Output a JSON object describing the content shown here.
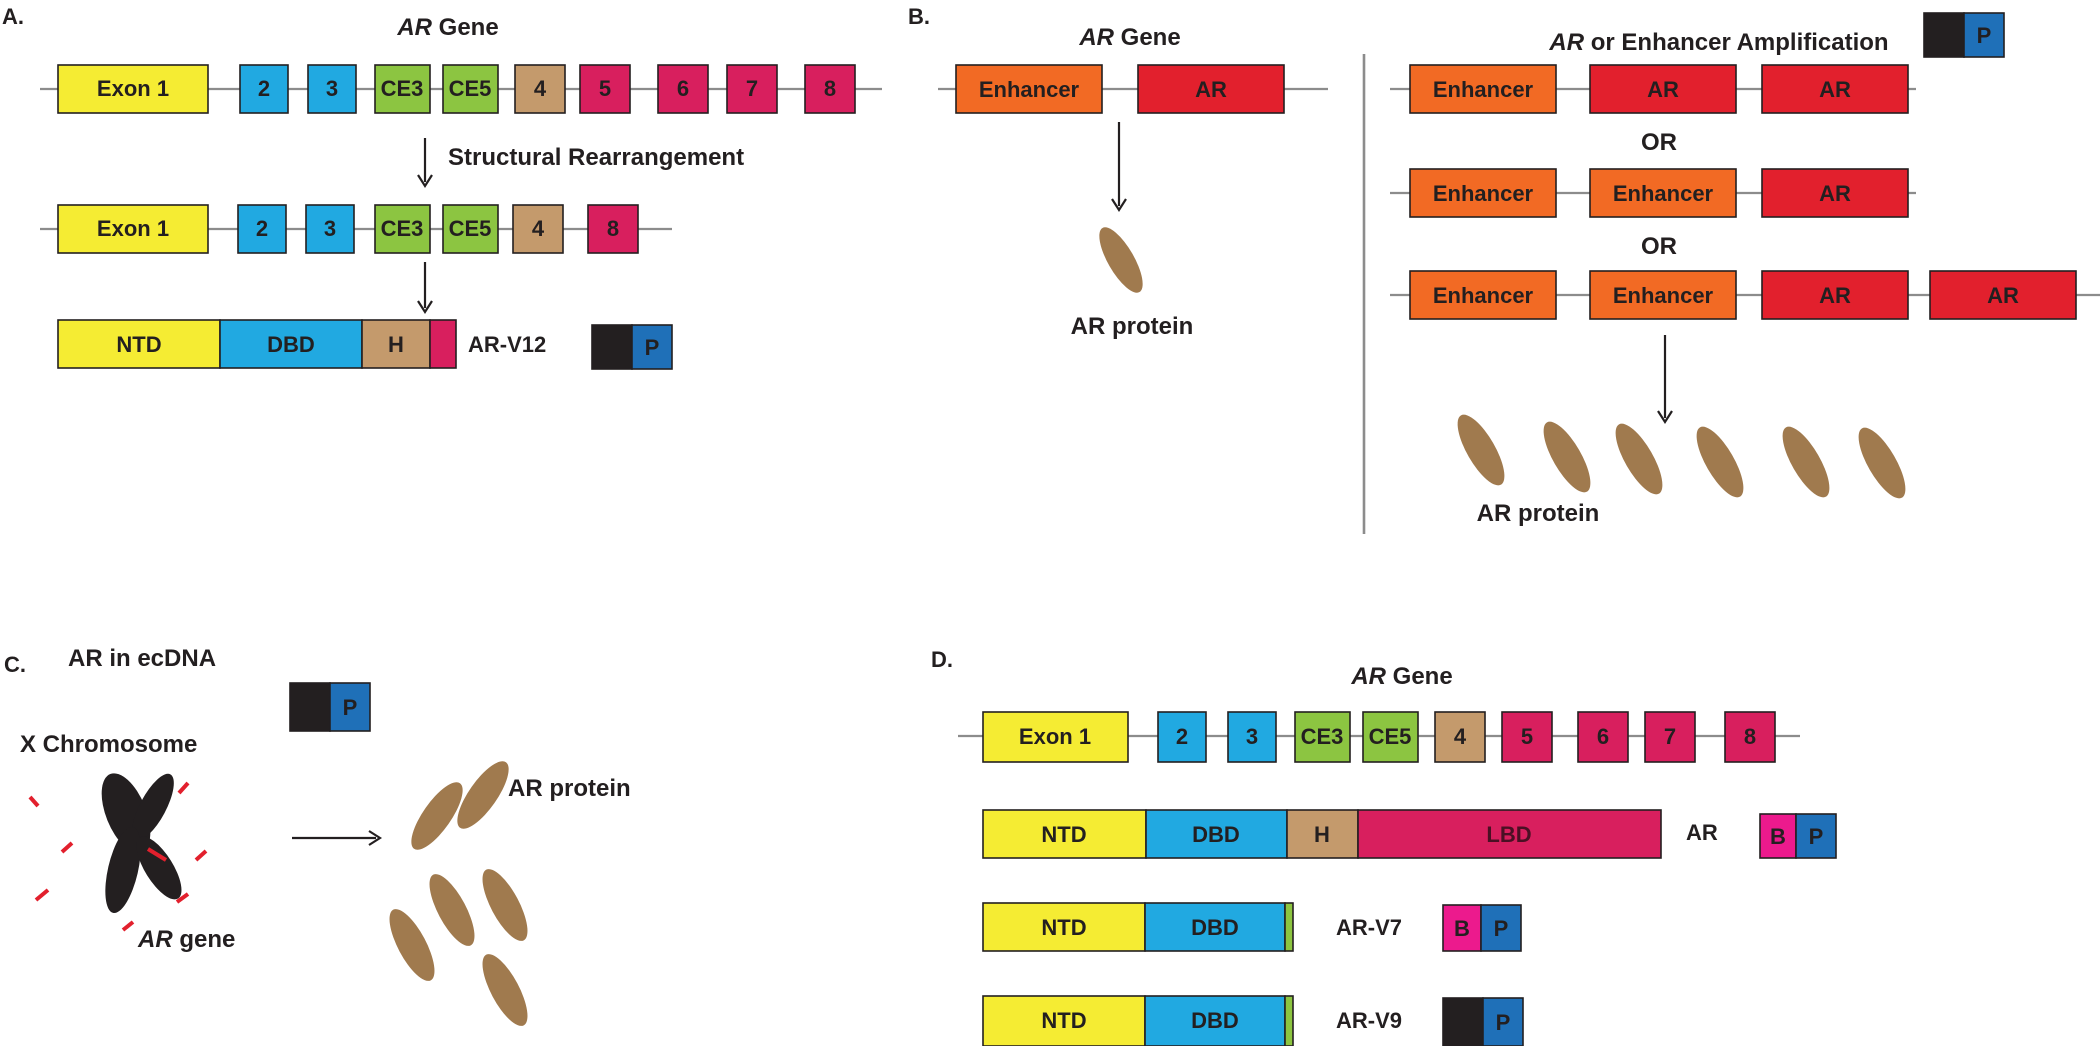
{
  "colors": {
    "exon1": "#f5ec33",
    "exon23": "#21a9e1",
    "ce": "#8cc541",
    "exon4": "#c49a6c",
    "exon58": "#d81f5e",
    "enhancer": "#f26a24",
    "ar": "#e2202d",
    "ntd": "#f5ec33",
    "dbd": "#21a9e1",
    "hinge": "#c49a6c",
    "lbd": "#d81f5e",
    "cryptic": "#8cc541",
    "badgeDark": "#231f20",
    "badgeBlue": "#1f70b8",
    "badgePink": "#ec1a8d",
    "protein": "#a07a4e",
    "chromosome": "#231f20",
    "breakpoint": "#e2202d"
  },
  "panelA": {
    "letter": "A.",
    "title_italic": "AR",
    "title_rest": " Gene",
    "gene_exons": [
      "Exon 1",
      "2",
      "3",
      "CE3",
      "CE5",
      "4",
      "5",
      "6",
      "7",
      "8"
    ],
    "event": "Structural Rearrangement",
    "rearranged_exons": [
      "Exon 1",
      "2",
      "3",
      "CE3",
      "CE5",
      "4",
      "8"
    ],
    "variant_domains": [
      "NTD",
      "DBD",
      "H"
    ],
    "variant_name": "AR-V12",
    "badge": [
      "",
      "P"
    ]
  },
  "panelB": {
    "letter": "B.",
    "title_italic": "AR",
    "title_rest": " Gene",
    "normal_units": [
      "Enhancer",
      "AR"
    ],
    "protein_label": "AR protein",
    "amp_title_italic": "AR",
    "amp_title_rest": " or Enhancer Amplification",
    "badge": [
      "",
      "P"
    ],
    "amp_rows": [
      [
        "Enhancer",
        "AR",
        "AR"
      ],
      [
        "Enhancer",
        "Enhancer",
        "AR"
      ],
      [
        "Enhancer",
        "Enhancer",
        "AR",
        "AR"
      ]
    ],
    "separators": [
      "OR",
      "OR"
    ],
    "amp_protein_label": "AR protein"
  },
  "panelC": {
    "letter": "C.",
    "title": "AR in ecDNA",
    "badge": [
      "",
      "P"
    ],
    "chromosome_label": "X Chromosome",
    "gene_label_italic": "AR",
    "gene_label_rest": " gene",
    "protein_label": "AR protein"
  },
  "panelD": {
    "letter": "D.",
    "title_italic": "AR",
    "title_rest": " Gene",
    "gene_exons": [
      "Exon 1",
      "2",
      "3",
      "CE3",
      "CE5",
      "4",
      "5",
      "6",
      "7",
      "8"
    ],
    "isoforms": [
      {
        "domains": [
          "NTD",
          "DBD",
          "H",
          "LBD"
        ],
        "name": "AR",
        "badge": [
          "B",
          "P"
        ]
      },
      {
        "domains": [
          "NTD",
          "DBD"
        ],
        "name": "AR-V7",
        "badge": [
          "B",
          "P"
        ]
      },
      {
        "domains": [
          "NTD",
          "DBD"
        ],
        "name": "AR-V9",
        "badge": [
          "",
          "P"
        ]
      }
    ]
  }
}
